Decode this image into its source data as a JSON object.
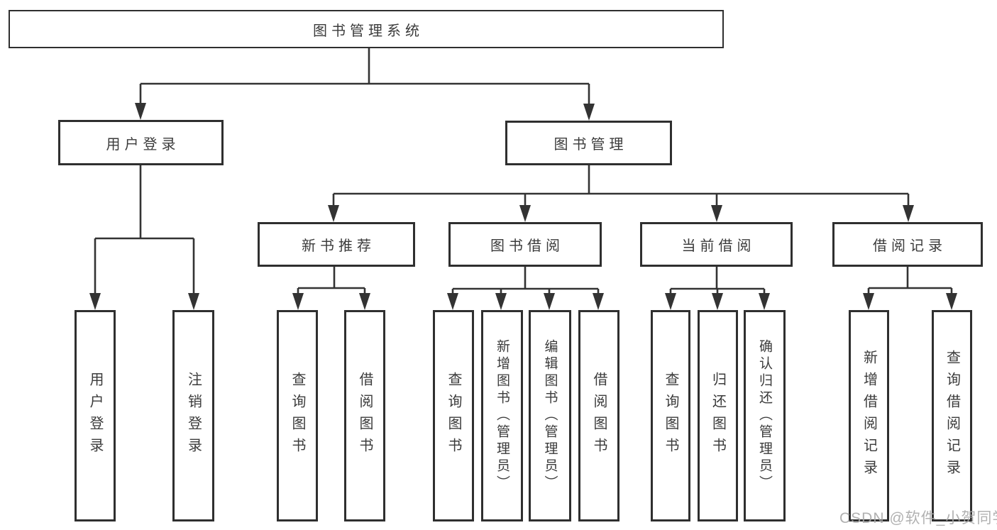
{
  "diagram": {
    "root": {
      "label": "图书管理系统"
    },
    "branches": [
      {
        "label": "用户登录",
        "children": [
          {
            "label": "用户登录"
          },
          {
            "label": "注销登录"
          }
        ]
      },
      {
        "label": "图书管理",
        "children": [
          {
            "label": "新书推荐",
            "children": [
              {
                "label": "查询图书"
              },
              {
                "label": "借阅图书"
              }
            ]
          },
          {
            "label": "图书借阅",
            "children": [
              {
                "label": "查询图书"
              },
              {
                "label": "新增图书（管理员）"
              },
              {
                "label": "编辑图书（管理员）"
              },
              {
                "label": "借阅图书"
              }
            ]
          },
          {
            "label": "当前借阅",
            "children": [
              {
                "label": "查询图书"
              },
              {
                "label": "归还图书"
              },
              {
                "label": "确认归还（管理员）"
              }
            ]
          },
          {
            "label": "借阅记录",
            "children": [
              {
                "label": "新增借阅记录"
              },
              {
                "label": "查询借阅记录"
              }
            ]
          }
        ]
      }
    ]
  },
  "watermark": {
    "text": "CSDN @软件_小贺同学",
    "color": "#a8a8a8"
  },
  "colors": {
    "line": "#333333",
    "box_border": "#2f2f2f",
    "text": "#3b3b3b",
    "background": "#ffffff"
  }
}
